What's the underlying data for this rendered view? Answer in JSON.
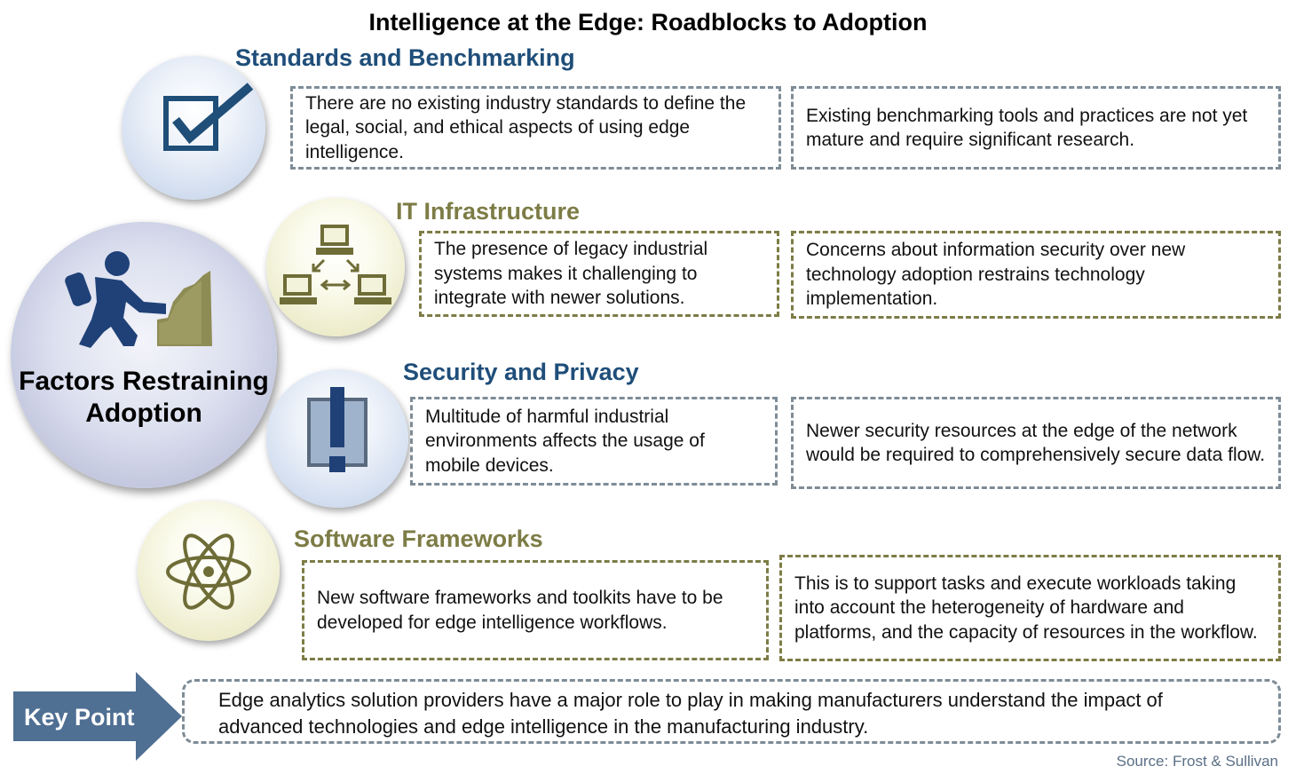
{
  "title": "Intelligence at the Edge: Roadblocks to Adoption",
  "center": {
    "label": "Factors Restraining Adoption",
    "icon": "climber-icon"
  },
  "sections": [
    {
      "heading": "Standards and Benchmarking",
      "icon": "checkbox-icon",
      "color": "#1f4e79",
      "left_text": "There are no existing industry standards to define the legal, social, and ethical aspects of using edge intelligence.",
      "right_text": "Existing benchmarking tools and practices are not yet mature and require significant research."
    },
    {
      "heading": "IT Infrastructure",
      "icon": "network-icon",
      "color": "#7d7c46",
      "left_text": "The presence of legacy industrial systems makes it challenging to integrate with newer solutions.",
      "right_text": "Concerns about information security over new technology adoption restrains technology implementation."
    },
    {
      "heading": "Security and Privacy",
      "icon": "warning-icon",
      "color": "#1f4e79",
      "left_text": "Multitude of harmful industrial environments affects the usage of mobile devices.",
      "right_text": "Newer security resources at the edge of the network would be required to comprehensively secure data flow."
    },
    {
      "heading": "Software Frameworks",
      "icon": "atom-icon",
      "color": "#7d7c46",
      "left_text": "New software frameworks and toolkits have to be developed for edge intelligence workflows.",
      "right_text": "This is to support tasks and execute workloads taking into account the heterogeneity of hardware and platforms, and the capacity of resources in the workflow."
    }
  ],
  "key_point": {
    "label": "Key Point",
    "text": "Edge analytics solution providers have a major role to play in making manufacturers understand the impact of advanced technologies and edge intelligence in the manufacturing industry."
  },
  "source": "Source: Frost & Sullivan"
}
